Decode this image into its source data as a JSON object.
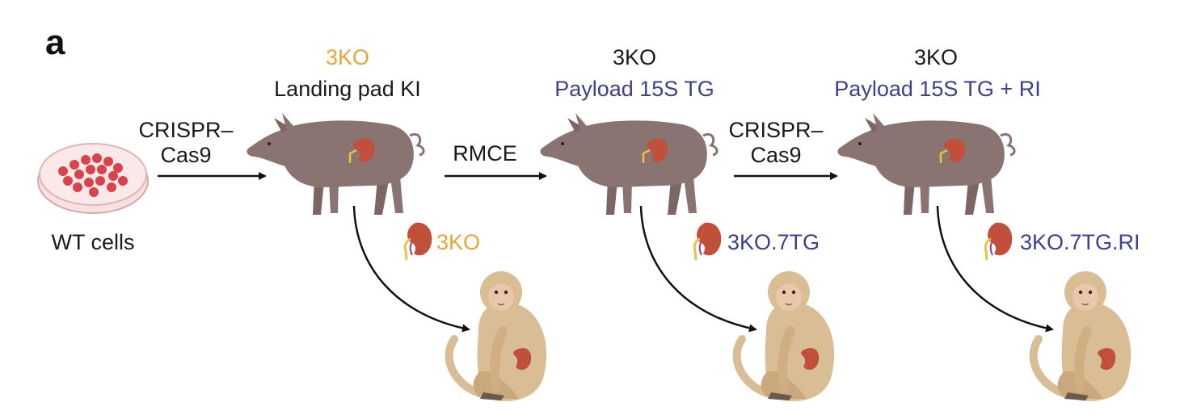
{
  "panel_label": "a",
  "start": {
    "label": "WT cells"
  },
  "steps": [
    {
      "method_line1": "CRISPR–",
      "method_line2": "Cas9"
    },
    {
      "method_line1": "RMCE"
    },
    {
      "method_line1": "CRISPR–",
      "method_line2": "Cas9"
    }
  ],
  "pigs": [
    {
      "title": "3KO",
      "title_color": "#e8a33a",
      "subtitle": "Landing pad KI",
      "subtitle_color": "#1a1a1a",
      "kidney_label": "3KO",
      "kidney_label_color": "#e8a33a"
    },
    {
      "title": "3KO",
      "title_color": "#1a1a1a",
      "subtitle": "Payload 15S TG",
      "subtitle_color": "#3f3f8f",
      "kidney_label": "3KO.7TG",
      "kidney_label_color": "#3f3f8f"
    },
    {
      "title": "3KO",
      "title_color": "#1a1a1a",
      "subtitle": "Payload 15S TG + RI",
      "subtitle_color": "#3f3f8f",
      "kidney_label": "3KO.7TG.RI",
      "kidney_label_color": "#3f3f8f"
    }
  ],
  "colors": {
    "pig": "#8a7472",
    "kidney": "#c0503a",
    "monkey": "#d9bd94",
    "dish": "#f3c8c8",
    "cells": "#d9434b"
  }
}
